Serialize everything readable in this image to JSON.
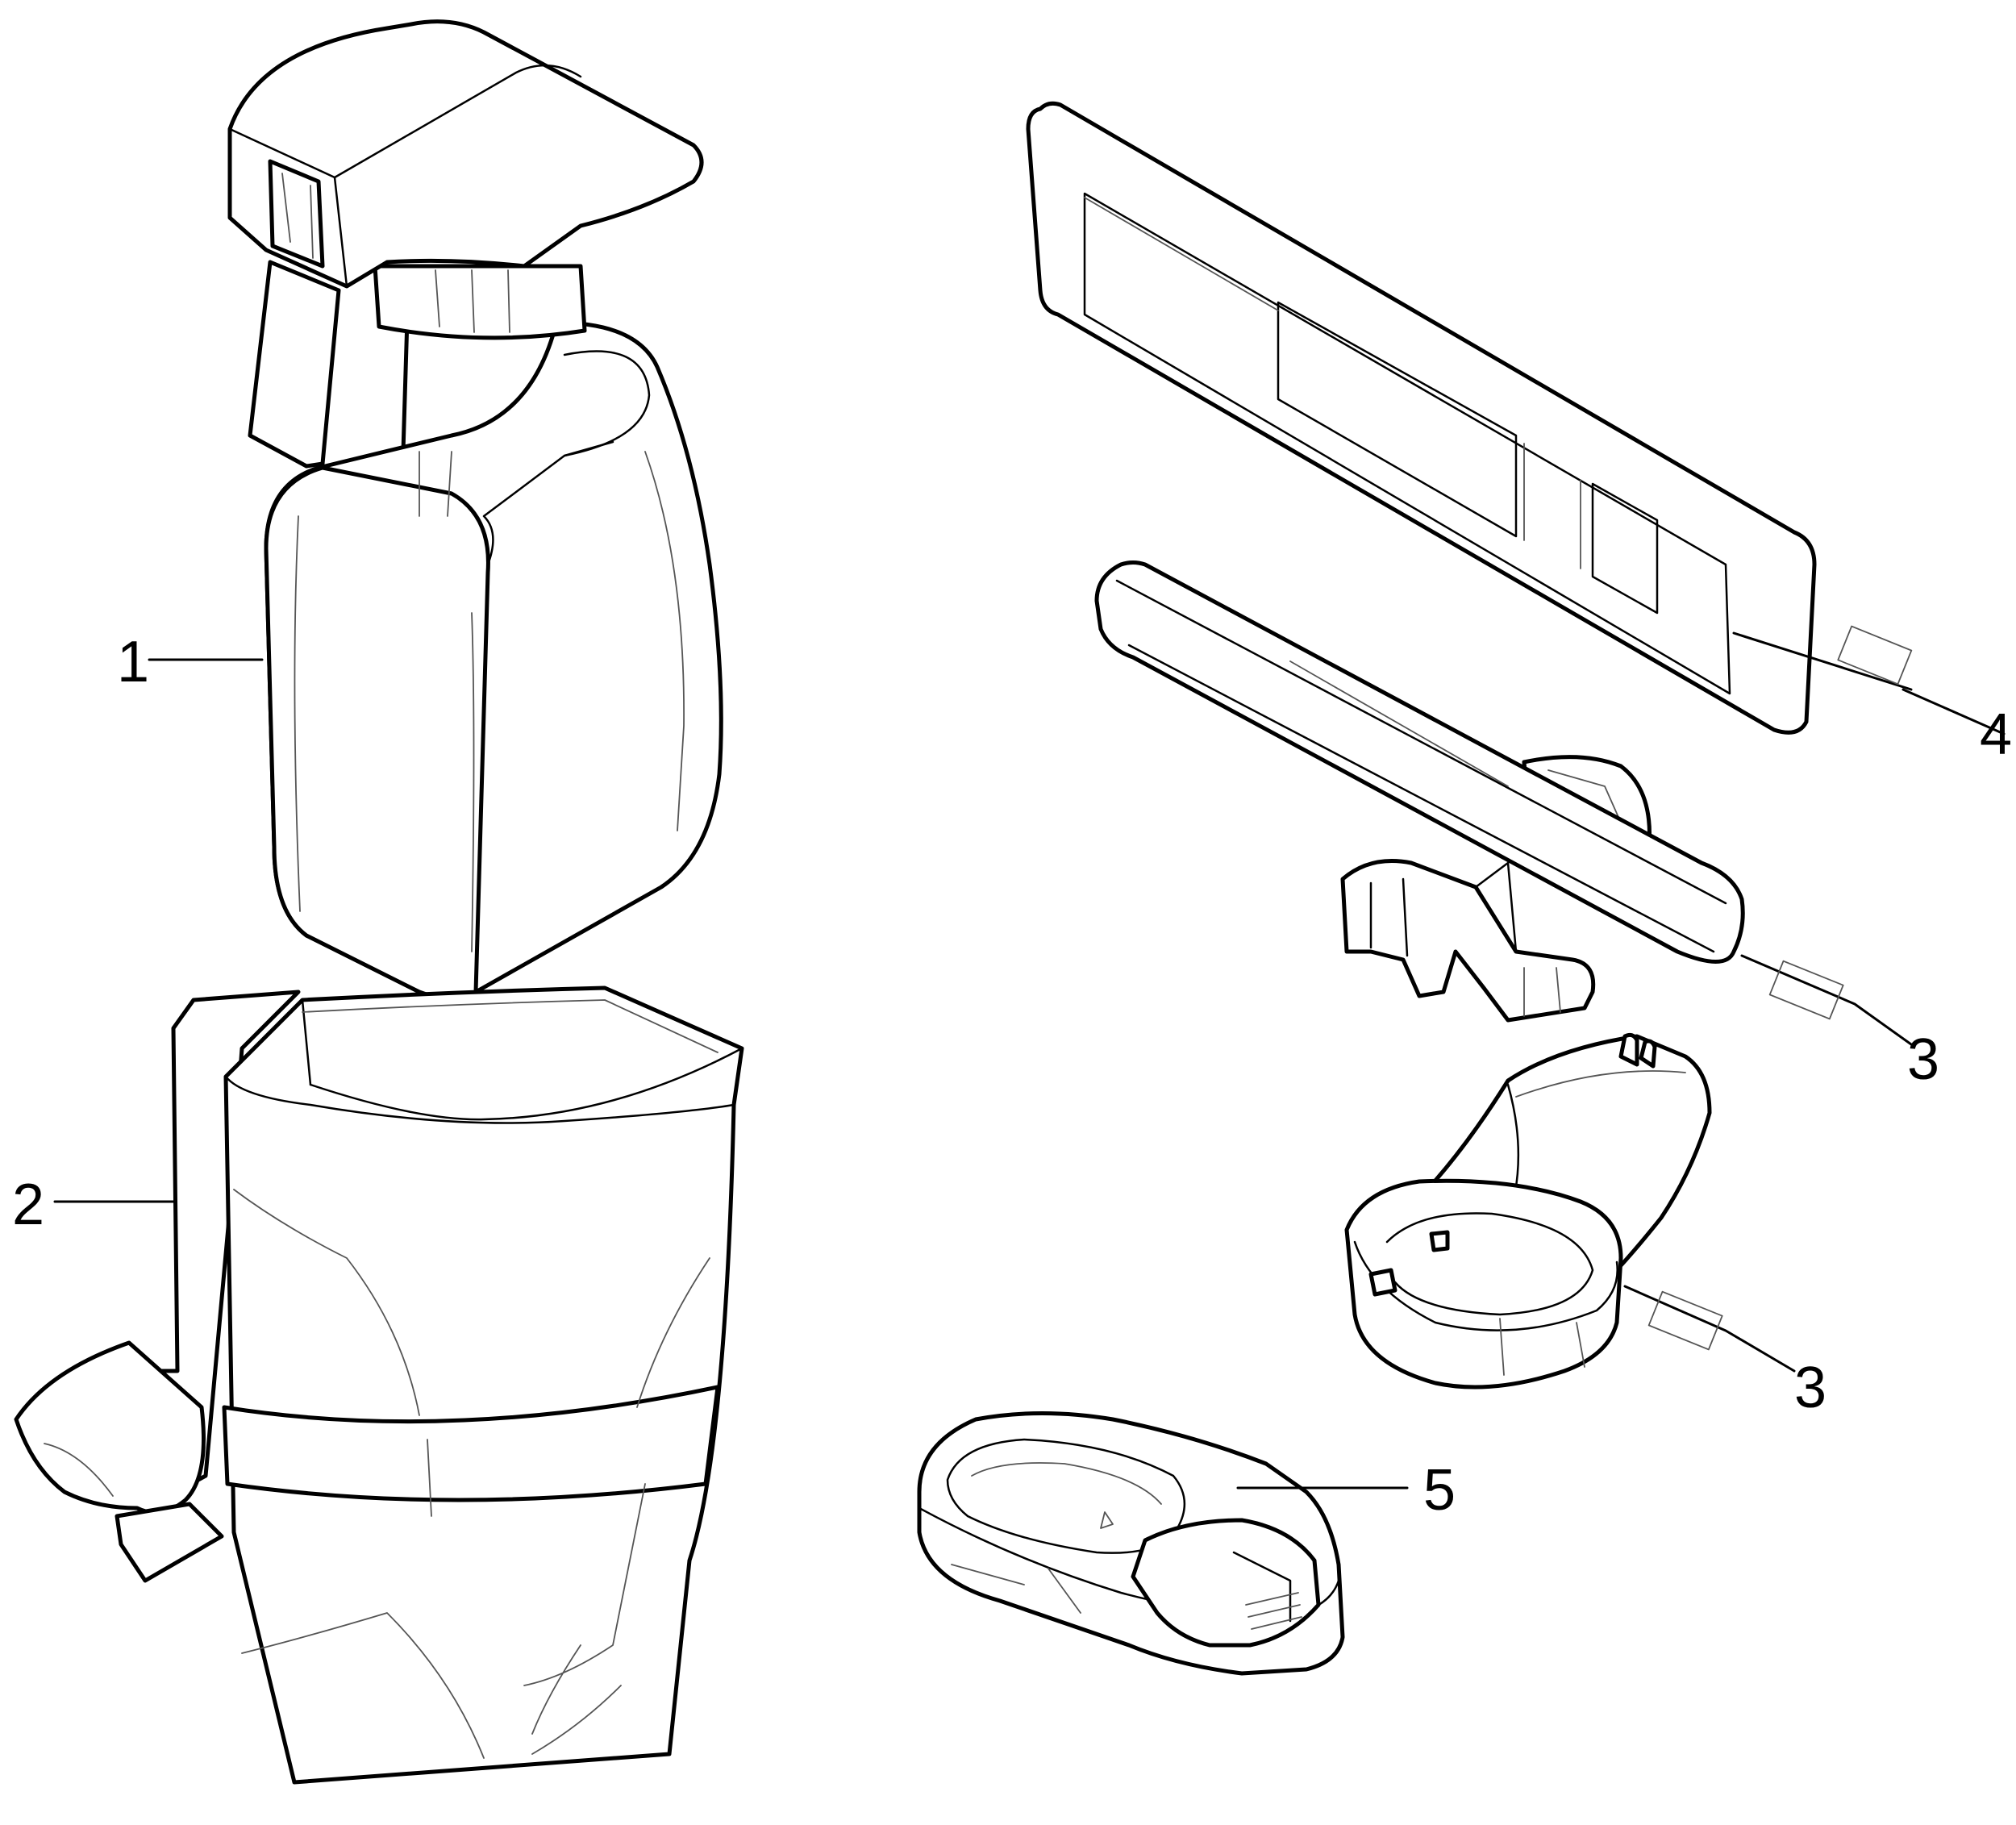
{
  "colors": {
    "line": "#000000",
    "background": "#ffffff"
  },
  "parts": [
    {
      "id": "spray-bottle",
      "label": "1"
    },
    {
      "id": "pouch",
      "label": "2"
    },
    {
      "id": "wiper-blade",
      "label": "3"
    },
    {
      "id": "cap-ring",
      "label": "3"
    },
    {
      "id": "microfiber-cloth",
      "label": "4"
    },
    {
      "id": "charging-base",
      "label": "5"
    }
  ]
}
